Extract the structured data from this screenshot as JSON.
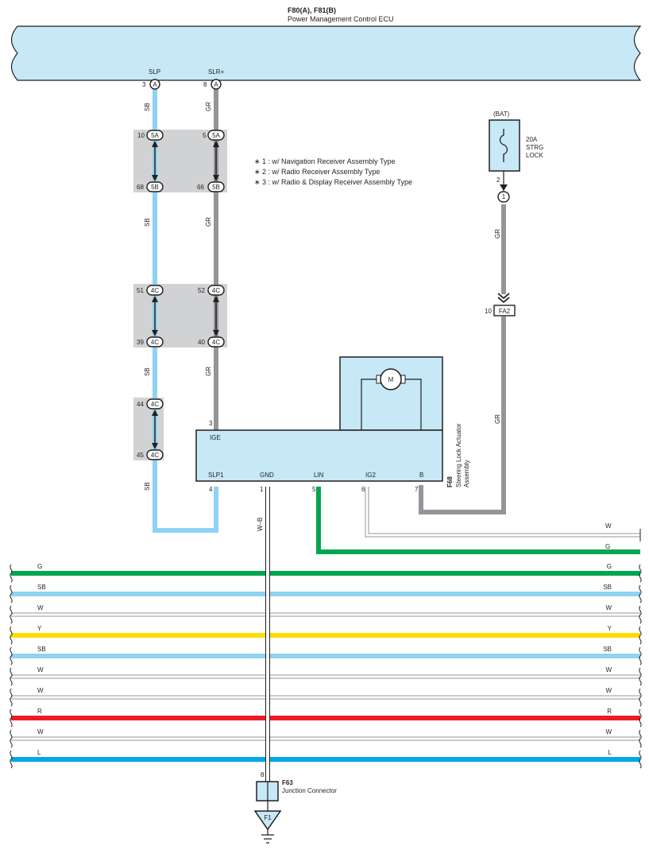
{
  "colors": {
    "ecu_fill": "#c6e8f7",
    "gray_panel": "#d1d2d3",
    "wire_SB": "#8fd3f2",
    "wire_GR": "#939598",
    "wire_G": "#00a551",
    "wire_Y": "#ffdd00",
    "wire_R": "#ed1c24",
    "wire_L": "#00a8e6",
    "wire_W": "#ffffff",
    "wire_W_outline": "#939598",
    "line": "#231f20"
  },
  "ecu": {
    "code": "F80(A), F81(B)",
    "name": "Power Management Control ECU",
    "pins": [
      {
        "label": "SLP",
        "num": "3",
        "conn": "A"
      },
      {
        "label": "SLR+",
        "num": "8",
        "conn": "A"
      }
    ]
  },
  "notes": [
    "∗ 1 : w/ Navigation Receiver Assembly Type",
    "∗ 2 : w/ Radio Receiver Assembly Type",
    "∗ 3 : w/ Radio & Display Receiver Assembly Type"
  ],
  "wire_labels": {
    "sb": "SB",
    "gr": "GR",
    "wb": "W–B"
  },
  "connectors": {
    "c5A_l_num": "10",
    "c5A_l": "5A",
    "c5A_r_num": "5",
    "c5A_r": "5A",
    "c5B_l_num": "68",
    "c5B_l": "5B",
    "c5B_r_num": "66",
    "c5B_r": "5B",
    "c4C1_l_num": "51",
    "c4C1_l": "4C",
    "c4C1_r_num": "52",
    "c4C1_r": "4C",
    "c4C2_l_num": "39",
    "c4C2_l": "4C",
    "c4C2_r_num": "40",
    "c4C2_r": "4C",
    "c4C3_num": "44",
    "c4C3": "4C",
    "c4C4_num": "45",
    "c4C4": "4C"
  },
  "bat": {
    "label": "(BAT)",
    "fuse": [
      "20A",
      "STRG",
      "LOCK"
    ],
    "pin": "2",
    "conn": "1",
    "fa2_num": "10",
    "fa2": "FA2"
  },
  "actuator": {
    "code": "F68",
    "name": [
      "Steering Lock Actuator",
      "Assembly"
    ],
    "motor": "M",
    "ige": "IGE",
    "ige_num": "3",
    "pins": [
      {
        "label": "SLP1",
        "num": "4"
      },
      {
        "label": "GND",
        "num": "1"
      },
      {
        "label": "LIN",
        "num": "5"
      },
      {
        "label": "IG2",
        "num": "6"
      },
      {
        "label": "B",
        "num": "7"
      }
    ]
  },
  "bus_top": [
    {
      "color": "W"
    },
    {
      "color": "G"
    }
  ],
  "bus": [
    {
      "left": "G",
      "right": "G"
    },
    {
      "left": "SB",
      "right": "SB"
    },
    {
      "left": "W",
      "right": "W"
    },
    {
      "left": "Y",
      "right": "Y"
    },
    {
      "left": "SB",
      "right": "SB"
    },
    {
      "left": "W",
      "right": "W"
    },
    {
      "left": "W",
      "right": "W"
    },
    {
      "left": "R",
      "right": "R"
    },
    {
      "left": "W",
      "right": "W"
    },
    {
      "left": "L",
      "right": "L"
    }
  ],
  "junction": {
    "code": "F63",
    "name": "Junction Connector",
    "pin": "8",
    "ground": "F1"
  }
}
